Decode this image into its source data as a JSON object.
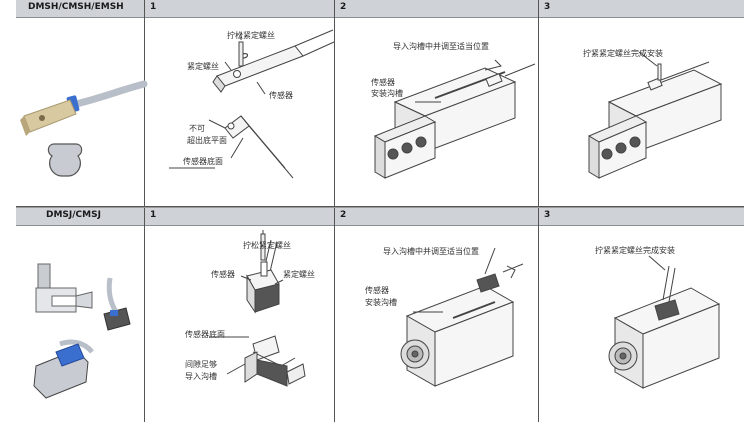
{
  "rows": [
    {
      "model": "DMSH/CMSH/EMSH",
      "steps": [
        {
          "num": "1",
          "labels": {
            "loosen": "拧松紧定螺丝",
            "setscrew": "紧定螺丝",
            "sensor": "传感器",
            "not_exceed_1": "不可",
            "not_exceed_2": "超出底平面",
            "sensor_bottom": "传感器底面"
          }
        },
        {
          "num": "2",
          "labels": {
            "insert": "导入沟槽中并调至适当位置",
            "groove_1": "传感器",
            "groove_2": "安装沟槽"
          }
        },
        {
          "num": "3",
          "labels": {
            "tighten": "拧紧紧定螺丝完成安装"
          }
        }
      ]
    },
    {
      "model": "DMSJ/CMSJ",
      "steps": [
        {
          "num": "1",
          "labels": {
            "loosen": "拧松紧定螺丝",
            "sensor": "传感器",
            "setscrew": "紧定螺丝",
            "sensor_bottom": "传感器底面",
            "gap_1": "间隙足够",
            "gap_2": "导入沟槽"
          }
        },
        {
          "num": "2",
          "labels": {
            "insert": "导入沟槽中并调至适当位置",
            "groove_1": "传感器",
            "groove_2": "安装沟槽"
          }
        },
        {
          "num": "3",
          "labels": {
            "tighten": "拧紧紧定螺丝完成安装"
          }
        }
      ]
    }
  ],
  "colors": {
    "header_bg": "#cfd3d8",
    "sensor_blue": "#3a6fd0",
    "sensor_tan": "#d8c9a0",
    "border": "#555555"
  }
}
